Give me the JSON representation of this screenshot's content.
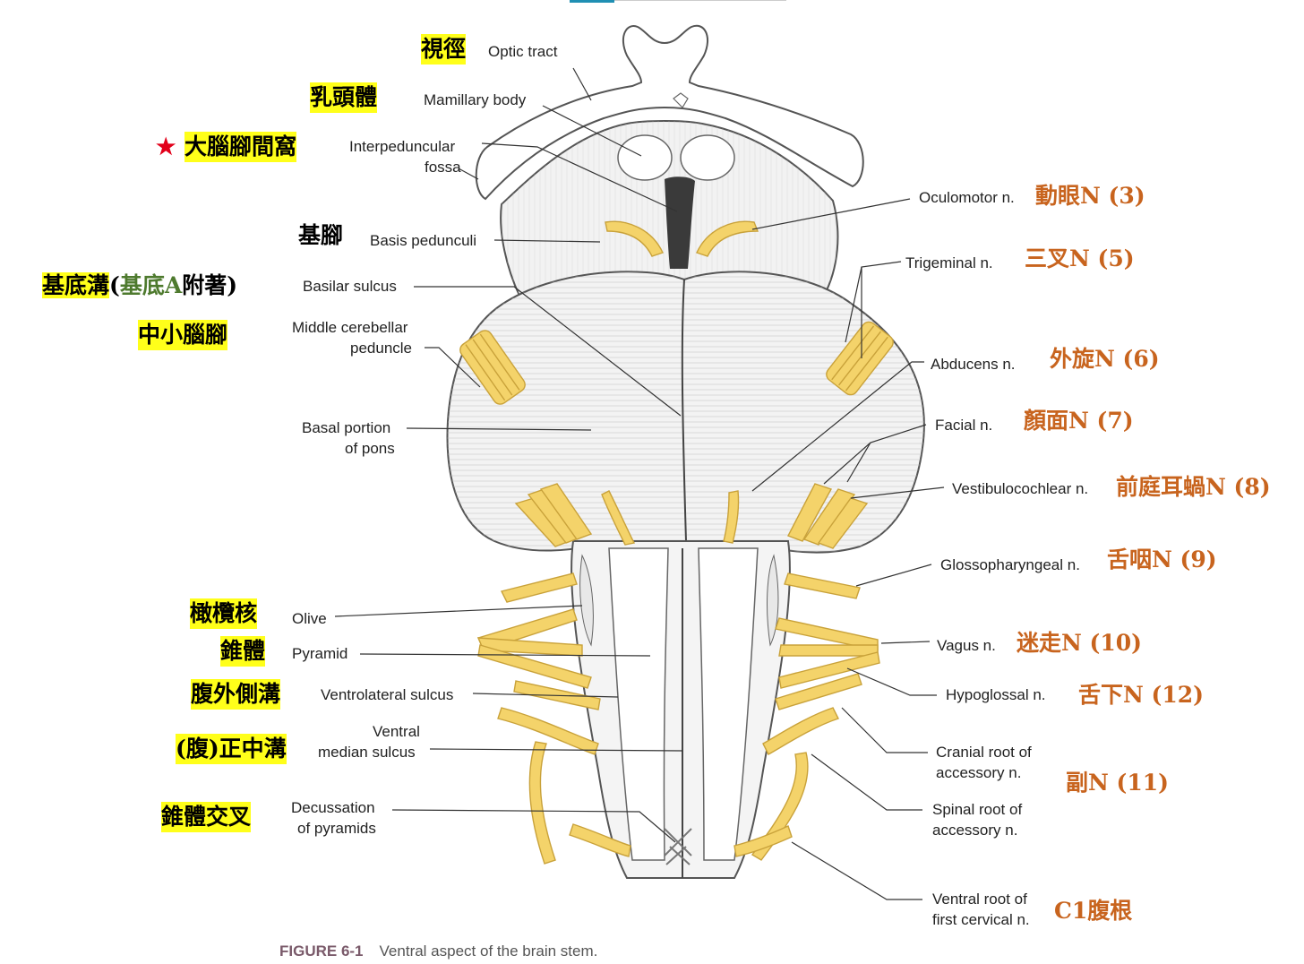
{
  "labels_en": {
    "optic_tract": "Optic tract",
    "mamillary_body": "Mamillary body",
    "interpeduncular_1": "Interpeduncular",
    "interpeduncular_2": "fossa",
    "basis_pedunculi": "Basis pedunculi",
    "basilar_sulcus": "Basilar sulcus",
    "middle_cerebellar_1": "Middle cerebellar",
    "middle_cerebellar_2": "peduncle",
    "basal_pons_1": "Basal portion",
    "basal_pons_2": "of pons",
    "olive": "Olive",
    "pyramid": "Pyramid",
    "ventrolateral_sulcus": "Ventrolateral sulcus",
    "ventral_median_1": "Ventral",
    "ventral_median_2": "median sulcus",
    "decussation_1": "Decussation",
    "decussation_2": "of pyramids",
    "oculomotor": "Oculomotor n.",
    "trigeminal": "Trigeminal n.",
    "abducens": "Abducens n.",
    "facial": "Facial n.",
    "vestibulocochlear": "Vestibulocochlear n.",
    "glossopharyngeal": "Glossopharyngeal n.",
    "vagus": "Vagus n.",
    "hypoglossal": "Hypoglossal n.",
    "cranial_root_1": "Cranial root of",
    "cranial_root_2": "accessory n.",
    "spinal_root_1": "Spinal root of",
    "spinal_root_2": "accessory n.",
    "ventral_root_1": "Ventral root of",
    "ventral_root_2": "first cervical n."
  },
  "labels_zh_left": {
    "optic_tract": "視徑",
    "mamillary_body": "乳頭體",
    "star": "★",
    "interpeduncular": "大腦腳間窩",
    "basis": "基腳",
    "basilar_a": "基底溝",
    "basilar_b": "(",
    "basilar_c": "基底",
    "basilar_d": "A",
    "basilar_e": "附著)",
    "middle_cerebellar": "中小腦腳",
    "olive": "橄欖核",
    "pyramid": "錐體",
    "ventrolateral": "腹外側溝",
    "ventral_median": "(腹)正中溝",
    "decussation": "錐體交叉"
  },
  "labels_zh_right": {
    "oculomotor": "動眼N (3)",
    "trigeminal": "三叉N (5)",
    "abducens": "外旋N (6)",
    "facial": "顏面N (7)",
    "vestibulocochlear": "前庭耳蝸N (8)",
    "glossopharyngeal": "舌咽N (9)",
    "vagus": "迷走N (10)",
    "hypoglossal": "舌下N (12)",
    "accessory": "副N (11)",
    "c1": "C1腹根"
  },
  "caption": {
    "number": "FIGURE 6-1",
    "text": "Ventral aspect of the brain stem."
  },
  "colors": {
    "nerve": "#f4d36a",
    "nerve_edge": "#c9a23a",
    "tissue": "#f1f1f1",
    "outline": "#555555",
    "highlight": "#ffff1a",
    "orange_text": "#c8641e",
    "green_text": "#4e7a2e",
    "star": "#e2001a"
  }
}
